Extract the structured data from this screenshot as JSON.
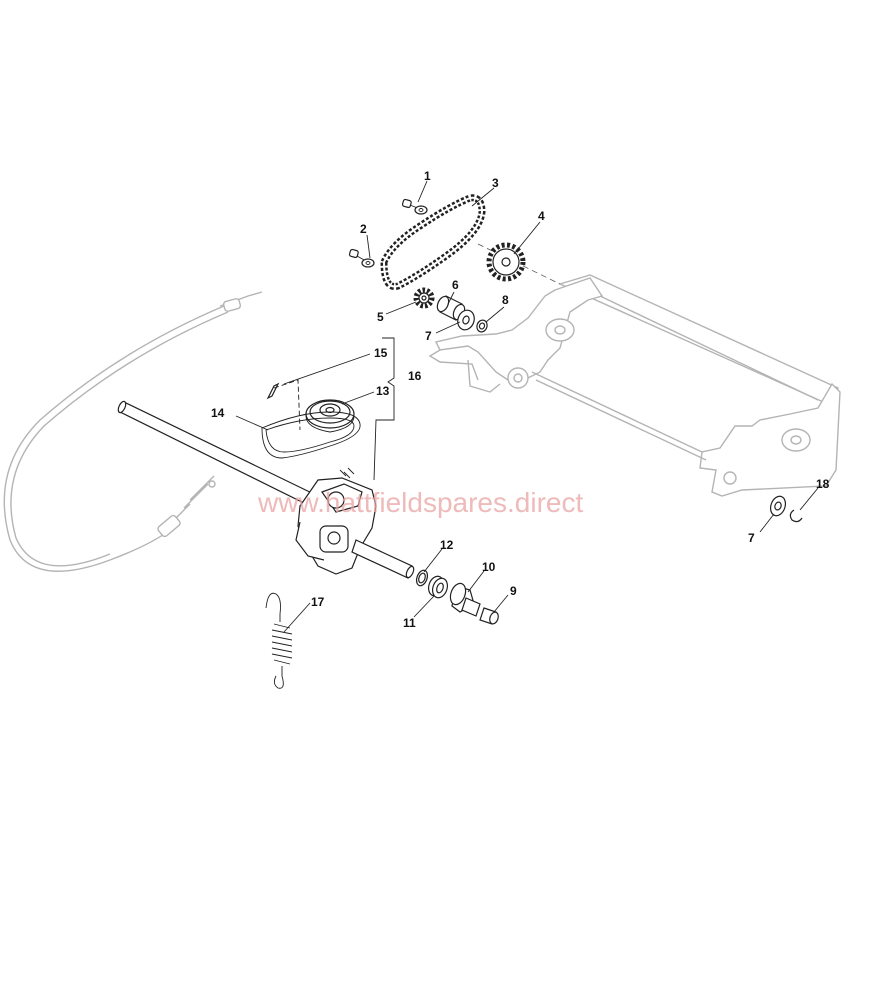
{
  "watermark": "www.hattfieldspares.direct",
  "callouts": {
    "p1": "1",
    "p2": "2",
    "p3": "3",
    "p4": "4",
    "p5": "5",
    "p6": "6",
    "p7a": "7",
    "p8": "8",
    "p9": "9",
    "p10": "10",
    "p11": "11",
    "p12": "12",
    "p13": "13",
    "p14": "14",
    "p15": "15",
    "p16": "16",
    "p17": "17",
    "p7b": "7",
    "p18": "18"
  }
}
